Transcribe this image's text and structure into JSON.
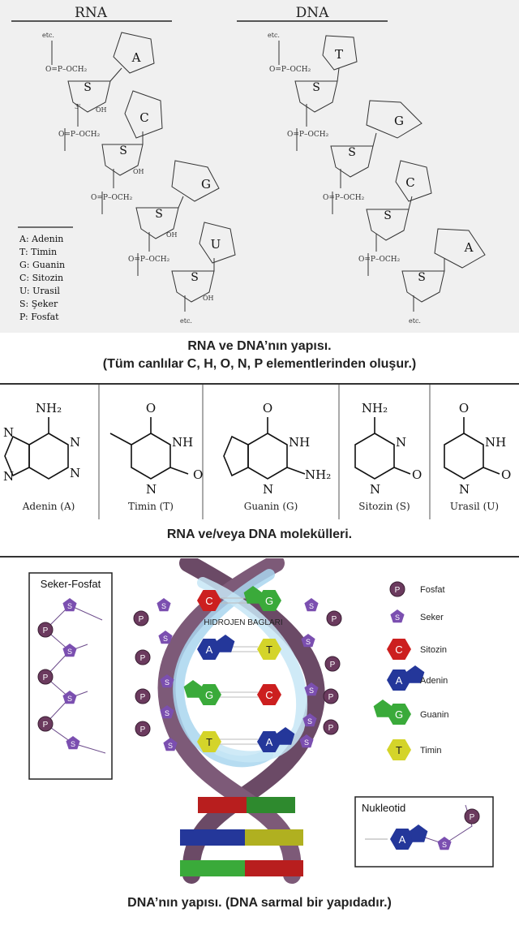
{
  "structure_figure": {
    "rna_title": "RNA",
    "dna_title": "DNA",
    "etc": "etc.",
    "legend": [
      "A: Adenin",
      "T: Timin",
      "G: Guanin",
      "C: Sitozin",
      "U: Urasil",
      "S: Şeker",
      "P: Fosfat"
    ],
    "rna_bases": [
      "A",
      "C",
      "G",
      "U"
    ],
    "dna_bases": [
      "T",
      "G",
      "C",
      "A"
    ],
    "sugar": "S",
    "caption_line1": "RNA ve DNA’nın yapısı.",
    "caption_line2": "(Tüm canlılar C, H, O, N, P elementlerinden oluşur.)"
  },
  "molecules": {
    "items": [
      {
        "label": "Adenin (A)"
      },
      {
        "label": "Timin (T)"
      },
      {
        "label": "Guanin (G)"
      },
      {
        "label": "Sitozin (S)"
      },
      {
        "label": "Urasil (U)"
      }
    ],
    "caption": "RNA ve/veya DNA molekülleri."
  },
  "helix_figure": {
    "backbone_box_title": "Seker-Fosfat",
    "hydrogen_label": "HIDROJEN BAGLARI",
    "pairs": [
      {
        "left": "C",
        "right": "G"
      },
      {
        "left": "A",
        "right": "T"
      },
      {
        "left": "G",
        "right": "C"
      },
      {
        "left": "T",
        "right": "A"
      }
    ],
    "phosphate": "P",
    "sugar": "S",
    "legend": [
      {
        "symbol": "P",
        "label": "Fosfat",
        "color": "#6b3a5e"
      },
      {
        "symbol": "S",
        "label": "Seker",
        "color": "#7b4fb0"
      },
      {
        "symbol": "C",
        "label": "Sitozin",
        "color": "#cc1f1f"
      },
      {
        "symbol": "A",
        "label": "Adenin",
        "color": "#24379a"
      },
      {
        "symbol": "G",
        "label": "Guanin",
        "color": "#3aaa3a"
      },
      {
        "symbol": "T",
        "label": "Timin",
        "color": "#d4d42a"
      }
    ],
    "nucleotide_title": "Nukleotid",
    "nucleotide_symbols": [
      "A",
      "S",
      "P"
    ],
    "caption": "DNA’nın yapısı. (DNA sarmal bir yapıdadır.)"
  }
}
